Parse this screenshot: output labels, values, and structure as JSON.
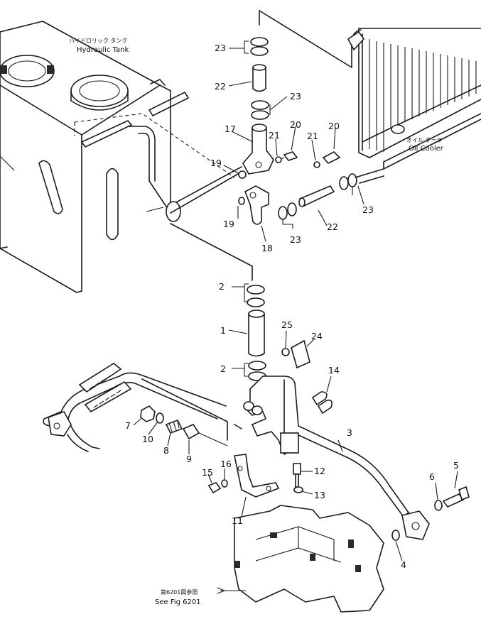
{
  "labels": {
    "hydraulic_tank_jp": "ハイドロリック タンク",
    "hydraulic_tank": "Hydraulic Tank",
    "oil_cooler_jp": "オイル クーラ",
    "oil_cooler": "Oil Cooler",
    "see_fig_jp": "第6201図参照",
    "see_fig": "See Fig 6201"
  },
  "callouts": {
    "n1": "1",
    "n2a": "2",
    "n2b": "2",
    "n3": "3",
    "n4": "4",
    "n5": "5",
    "n6": "6",
    "n7": "7",
    "n8": "8",
    "n9": "9",
    "n10": "10",
    "n11": "11",
    "n12": "12",
    "n13": "13",
    "n14": "14",
    "n15": "15",
    "n16": "16",
    "n17": "17",
    "n18": "18",
    "n19a": "19",
    "n19b": "19",
    "n20a": "20",
    "n20b": "20",
    "n21a": "21",
    "n21b": "21",
    "n22a": "22",
    "n22b": "22",
    "n23a": "23",
    "n23b": "23",
    "n23c": "23",
    "n23d": "23",
    "n24": "24",
    "n25": "25"
  }
}
